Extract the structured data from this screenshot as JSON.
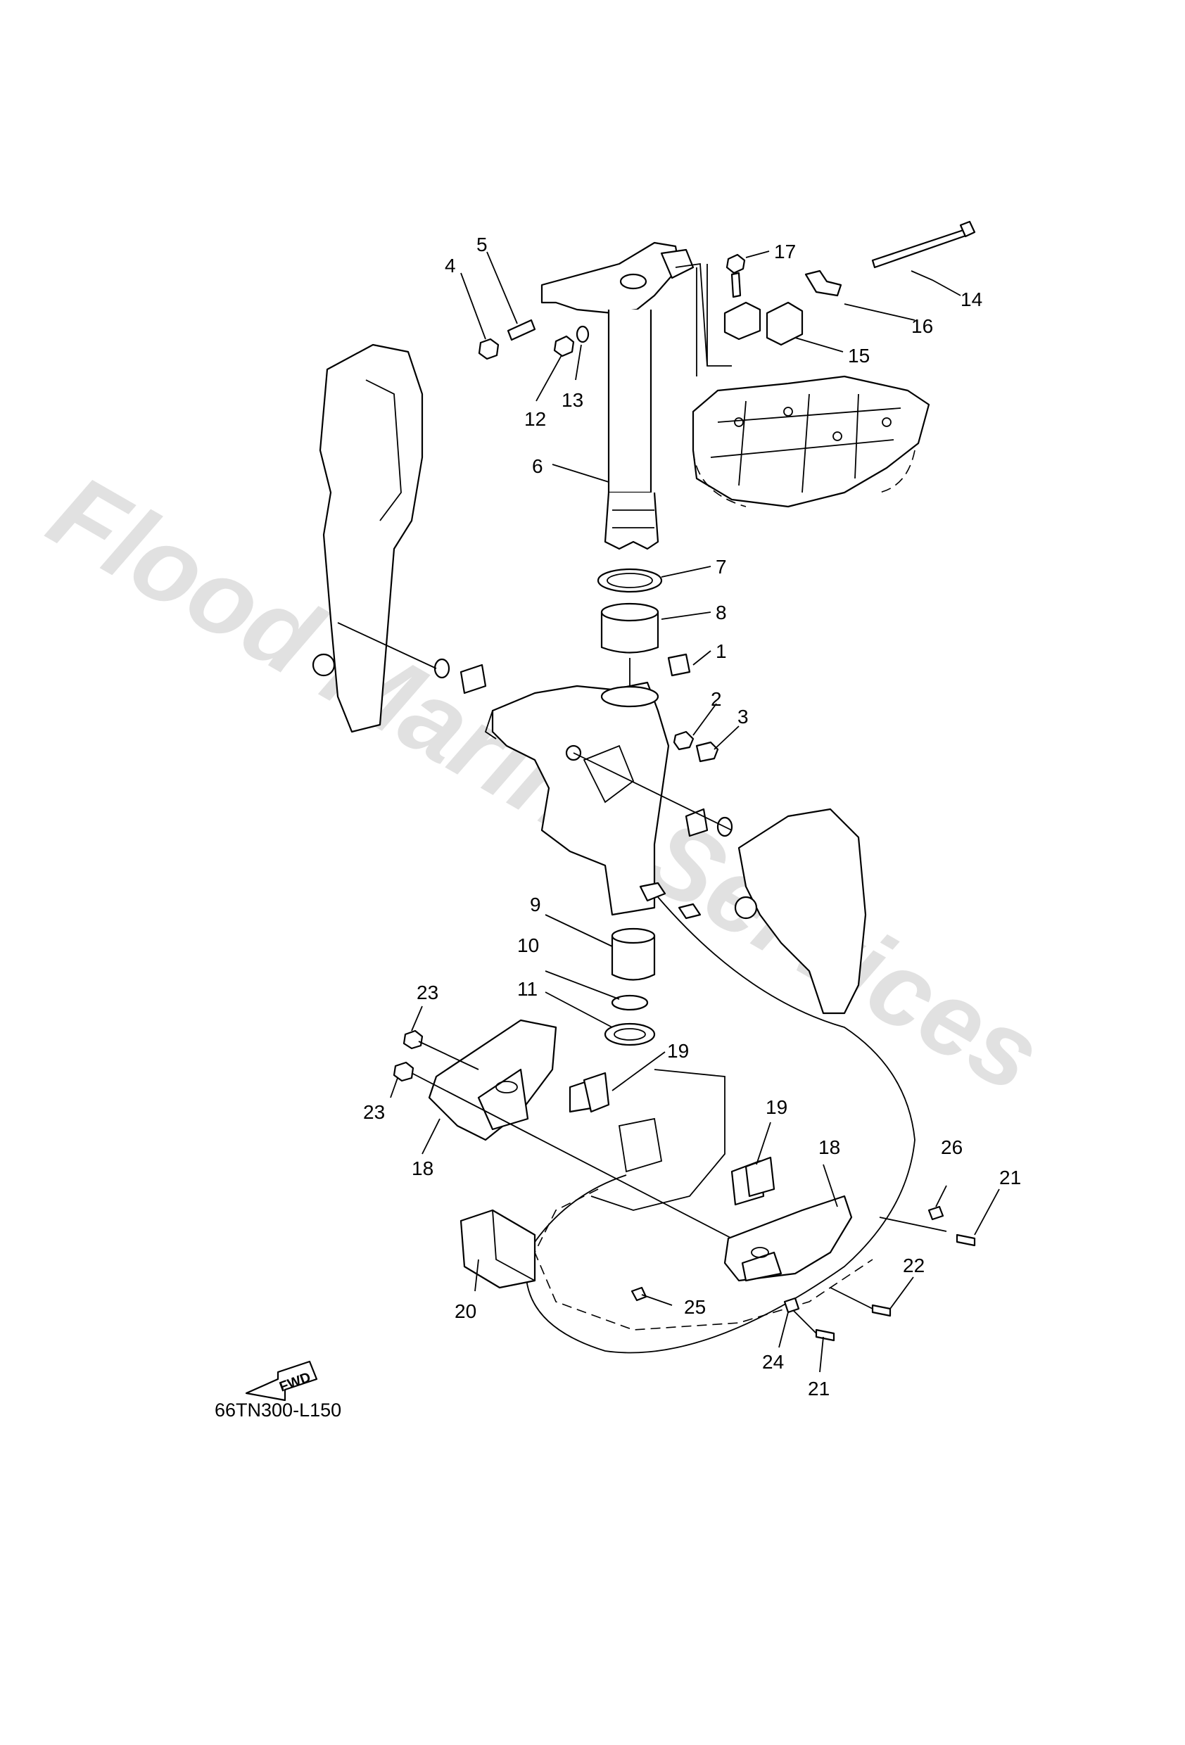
{
  "watermark": "Flood Marine Services",
  "diagram_code": "66TN300-L150",
  "direction_label": "FWD",
  "callouts": {
    "c1": "1",
    "c2": "2",
    "c3": "3",
    "c4": "4",
    "c5": "5",
    "c6": "6",
    "c7": "7",
    "c8": "8",
    "c9": "9",
    "c10": "10",
    "c11": "11",
    "c12": "12",
    "c13": "13",
    "c14": "14",
    "c15": "15",
    "c16": "16",
    "c17": "17",
    "c18a": "18",
    "c18b": "18",
    "c19a": "19",
    "c19b": "19",
    "c20": "20",
    "c21a": "21",
    "c21b": "21",
    "c22": "22",
    "c23a": "23",
    "c23b": "23",
    "c24": "24",
    "c25": "25",
    "c26": "26"
  }
}
